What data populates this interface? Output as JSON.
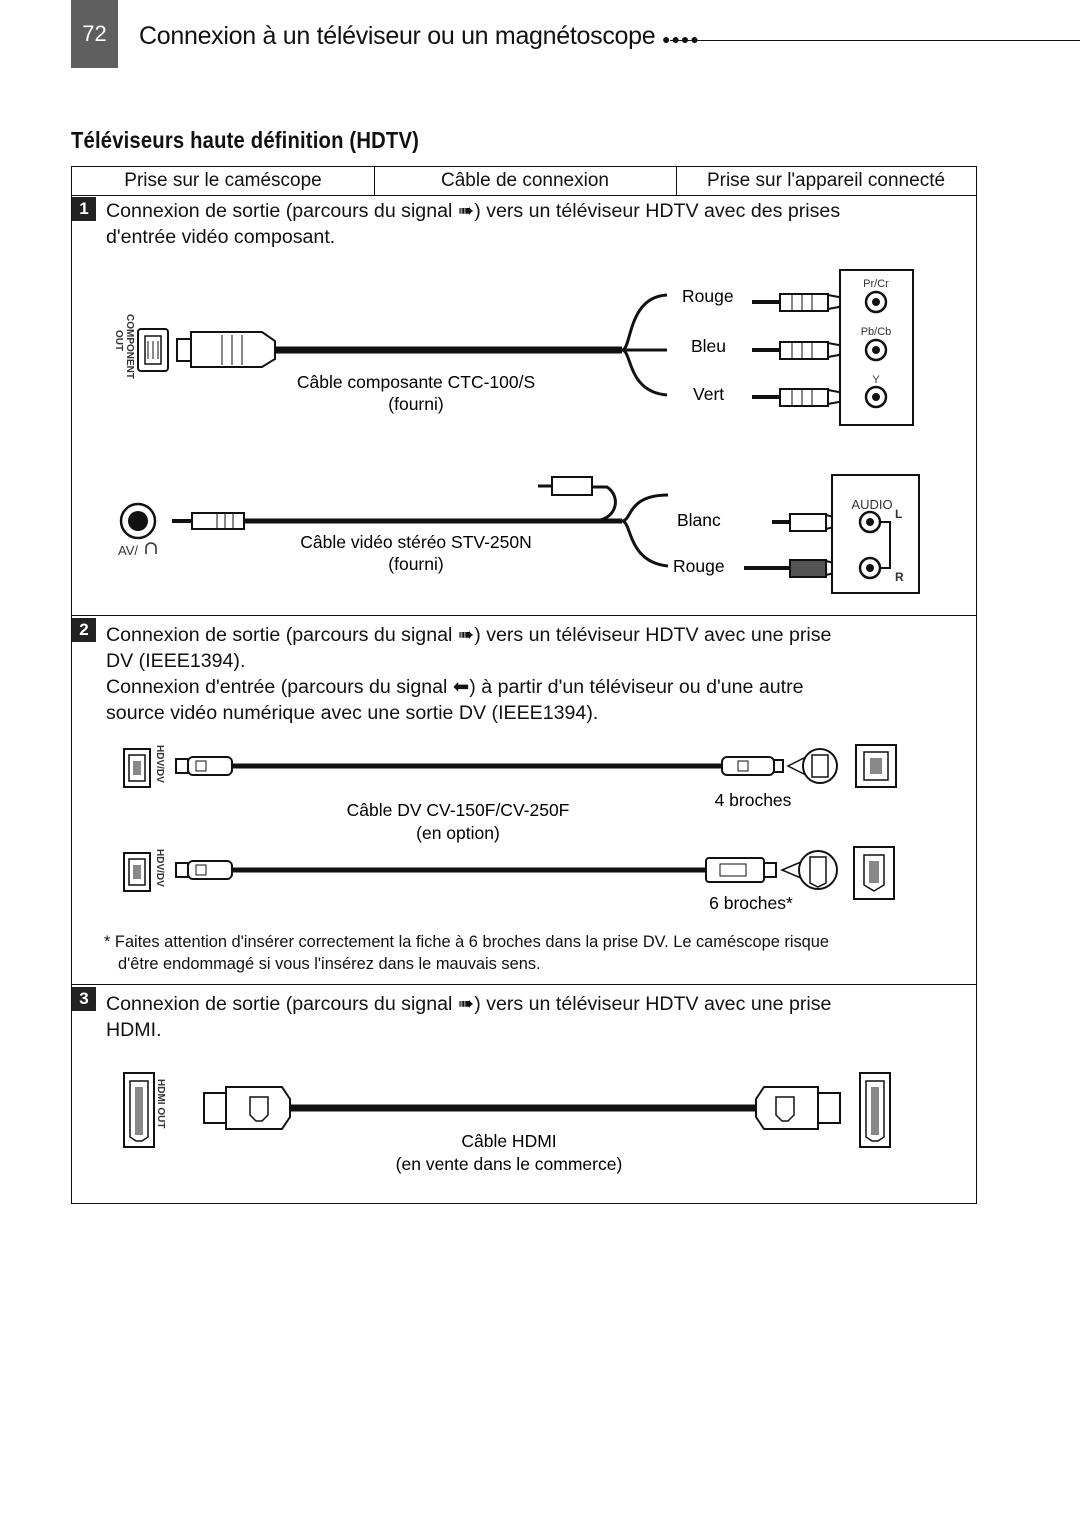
{
  "header": {
    "page_number": "72",
    "title": "Connexion à un téléviseur ou un magnétoscope"
  },
  "section": {
    "title": "Téléviseurs haute définition (HDTV)"
  },
  "table": {
    "columns": [
      "Prise sur le caméscope",
      "Câble de connexion",
      "Prise sur l'appareil connecté"
    ],
    "rows": [
      {
        "number": "1",
        "text_a": "Connexion de sortie (parcours du signal",
        "text_b": ") vers un téléviseur HDTV avec des prises",
        "text_c": "d'entrée vidéo composant.",
        "diagram": {
          "jack_component": "COMPONENT OUT",
          "jack_av": "AV/",
          "cable1_name": "Câble composante CTC-100/S",
          "cable1_note": "(fourni)",
          "cable1_colors": [
            "Rouge",
            "Bleu",
            "Vert"
          ],
          "cable1_ports": [
            "Pr/Cr",
            "Pb/Cb",
            "Y"
          ],
          "cable2_name": "Câble vidéo stéréo STV-250N",
          "cable2_note": "(fourni)",
          "cable2_colors": [
            "Blanc",
            "Rouge"
          ],
          "audio_label": "AUDIO",
          "audio_l": "L",
          "audio_r": "R"
        }
      },
      {
        "number": "2",
        "text_a": "Connexion de sortie (parcours du signal",
        "text_b": ") vers un téléviseur HDTV avec une prise",
        "text_c": "DV (IEEE1394).",
        "text_d": "Connexion d'entrée (parcours du signal",
        "text_e": ") à partir d'un téléviseur ou d'une autre",
        "text_f": "source vidéo numérique avec une sortie DV (IEEE1394).",
        "diagram": {
          "jack_label": "HDV/DV",
          "cable_name": "Câble DV CV-150F/CV-250F",
          "cable_note": "(en option)",
          "pins_4": "4 broches",
          "pins_6": "6 broches*"
        },
        "footnote_a": "* Faites attention d'insérer correctement la fiche à 6 broches dans la prise DV. Le caméscope risque",
        "footnote_b": "d'être endommagé si vous l'insérez dans le mauvais sens."
      },
      {
        "number": "3",
        "text_a": "Connexion de sortie (parcours du signal",
        "text_b": ") vers un téléviseur HDTV avec une prise",
        "text_c": "HDMI.",
        "diagram": {
          "jack_label": "HDMI OUT",
          "cable_name": "Câble HDMI",
          "cable_note": "(en vente dans le commerce)"
        }
      }
    ]
  }
}
